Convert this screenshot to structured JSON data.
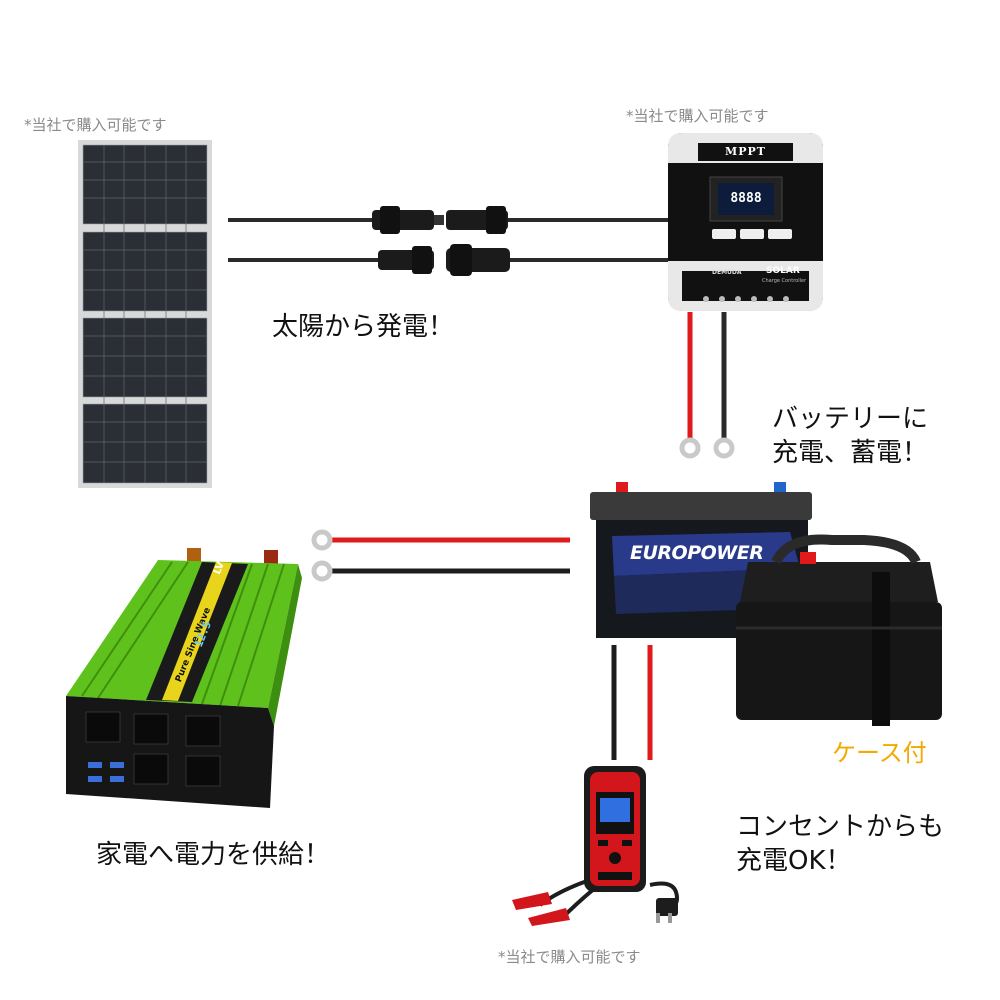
{
  "notes": {
    "solar": "*当社で購入可能です",
    "controller": "*当社で購入可能です",
    "charger": "*当社で購入可能です"
  },
  "captions": {
    "solar": "太陽から発電！",
    "battery_line1": "バッテリーに",
    "battery_line2": "充電、蓄電！",
    "case": "ケース付",
    "outlet_line1": "コンセントからも",
    "outlet_line2": "充電OK！",
    "inverter": "家電へ電力を供給！"
  },
  "labels": {
    "controller_title": "MPPT",
    "controller_lcd": "8888",
    "controller_brand": "DEMUDA",
    "controller_solar": "SOLAR",
    "controller_sub": "Charge Controller",
    "battery_brand": "EUROPOWER",
    "inverter_brand": "LVYUAN",
    "inverter_wave": "Pure Sine Wave",
    "inverter_lcd": "12.5"
  },
  "colors": {
    "wire_red": "#e0191b",
    "wire_black": "#1d1d1d",
    "inverter_green": "#5fc21c",
    "charger_red": "#d3151c",
    "caption_orange": "#f2a900"
  }
}
